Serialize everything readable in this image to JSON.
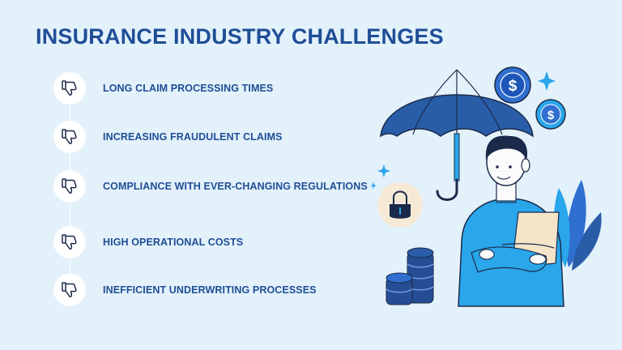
{
  "title": "INSURANCE INDUSTRY CHALLENGES",
  "items": [
    {
      "label": "LONG CLAIM PROCESSING TIMES",
      "icon": "thumbs-down-icon"
    },
    {
      "label": "INCREASING FRAUDULENT CLAIMS",
      "icon": "thumbs-down-icon"
    },
    {
      "label": "COMPLIANCE WITH EVER-CHANGING REGULATIONS",
      "icon": "thumbs-down-icon"
    },
    {
      "label": "HIGH OPERATIONAL COSTS",
      "icon": "thumbs-down-icon"
    },
    {
      "label": "INEFFICIENT UNDERWRITING PROCESSES",
      "icon": "thumbs-down-icon"
    }
  ],
  "illustration": {
    "coin_symbol": "$",
    "icons": [
      "umbrella-icon",
      "dollar-coin-icon",
      "padlock-icon",
      "coin-stack-icon",
      "sparkle-icon",
      "leaf-icon",
      "person-illustration"
    ]
  },
  "colors": {
    "background": "#e3f1fb",
    "heading": "#1f4e96",
    "umbrella": "#2a5da8",
    "accent": "#2aa6ea",
    "coin": "#2f6fd0",
    "coin_stack": "#264d93"
  }
}
